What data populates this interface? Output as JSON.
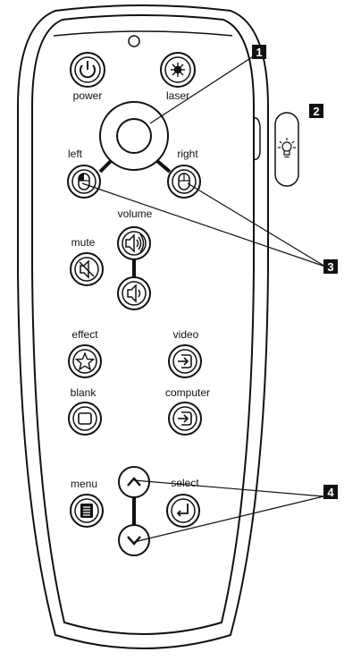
{
  "buttons": {
    "power": "power",
    "laser": "laser",
    "left": "left",
    "right": "right",
    "volume": "volume",
    "mute": "mute",
    "effect": "effect",
    "video": "video",
    "blank": "blank",
    "computer": "computer",
    "menu": "menu",
    "select": "select"
  },
  "callouts": {
    "c1": "1",
    "c2": "2",
    "c3": "3",
    "c4": "4"
  },
  "colors": {
    "ink": "#111111",
    "body": "#ffffff",
    "callout_bg": "#111111"
  }
}
